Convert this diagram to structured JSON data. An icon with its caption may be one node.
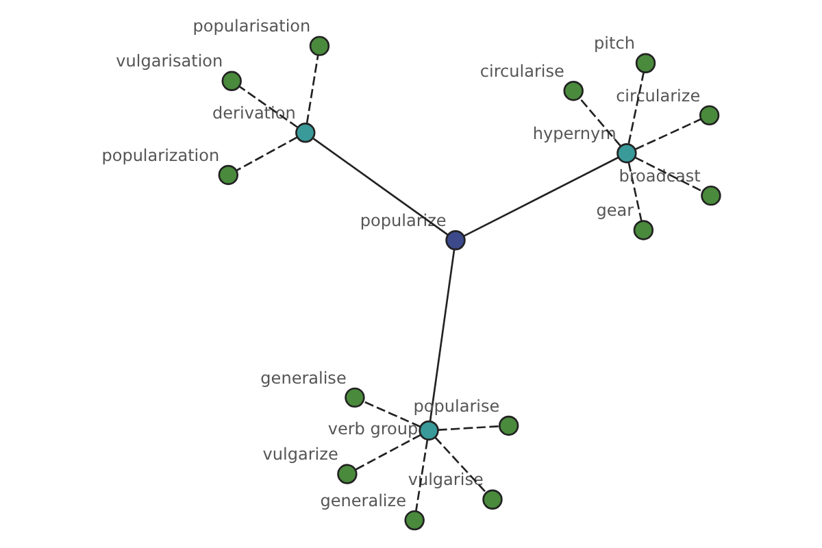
{
  "diagram": {
    "nodes": [
      {
        "text": [
          "popularize"
        ]
      },
      {
        "text": [
          "derivation"
        ]
      },
      {
        "text": [
          "popularization"
        ]
      },
      {
        "text": [
          "vulgarisation"
        ]
      },
      {
        "text": [
          "popularisation"
        ]
      },
      {
        "text": [
          "verb group"
        ]
      },
      {
        "text": [
          "generalise"
        ]
      },
      {
        "text": [
          "popularise"
        ]
      },
      {
        "text": [
          "vulgarize"
        ]
      },
      {
        "text": [
          "vulgarise"
        ]
      },
      {
        "text": [
          "generalize"
        ]
      },
      {
        "text": [
          "hypernym"
        ]
      },
      {
        "text": [
          "circularize"
        ]
      },
      {
        "text": [
          "pitch"
        ]
      },
      {
        "text": [
          "circularise"
        ]
      },
      {
        "text": [
          "gear"
        ]
      },
      {
        "text": [
          "broadcast"
        ]
      }
    ],
    "edges": [
      {
        "from": 0,
        "to": 1,
        "arrow": "none"
      },
      {
        "from": 1,
        "to": 2,
        "arrow": "none",
        "style": "dashed"
      },
      {
        "from": 1,
        "to": 3,
        "arrow": "none",
        "style": "dashed"
      },
      {
        "from": 1,
        "to": 4,
        "arrow": "none",
        "style": "dashed"
      },
      {
        "from": 0,
        "to": 5,
        "arrow": "none"
      },
      {
        "from": 5,
        "to": 6,
        "arrow": "none",
        "style": "dashed"
      },
      {
        "from": 5,
        "to": 7,
        "arrow": "none",
        "style": "dashed"
      },
      {
        "from": 5,
        "to": 8,
        "arrow": "none",
        "style": "dashed"
      },
      {
        "from": 5,
        "to": 9,
        "arrow": "none",
        "style": "dashed"
      },
      {
        "from": 5,
        "to": 10,
        "arrow": "none",
        "style": "dashed"
      },
      {
        "from": 0,
        "to": 11,
        "arrow": "none"
      },
      {
        "from": 11,
        "to": 12,
        "arrow": "none",
        "style": "dashed"
      },
      {
        "from": 11,
        "to": 13,
        "arrow": "none",
        "style": "dashed"
      },
      {
        "from": 11,
        "to": 14,
        "arrow": "none",
        "style": "dashed"
      },
      {
        "from": 11,
        "to": 15,
        "arrow": "none",
        "style": "dashed"
      },
      {
        "from": 11,
        "to": 16,
        "arrow": "none",
        "style": "dashed"
      }
    ]
  }
}
